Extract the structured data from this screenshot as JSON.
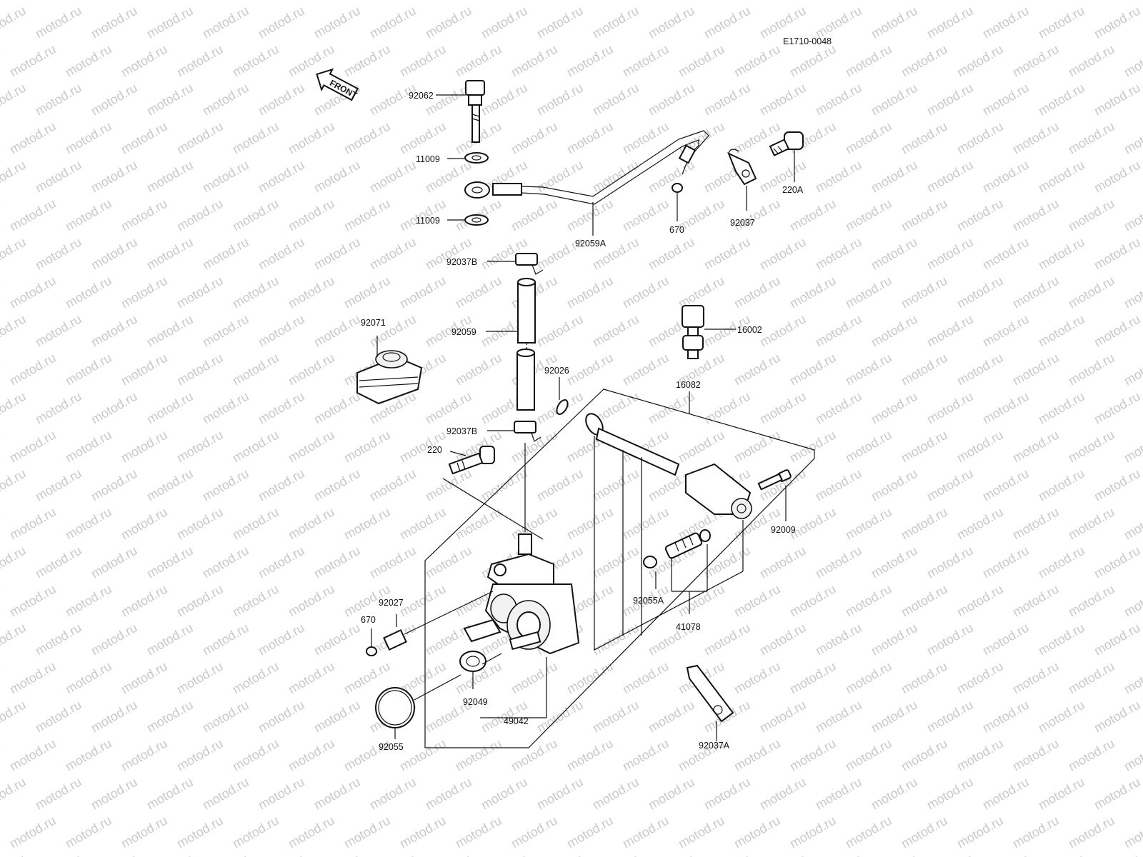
{
  "diagram": {
    "code": "E1710-0048",
    "front_label": "FRONT",
    "watermark": "motod.ru"
  },
  "parts": {
    "p92062": "92062",
    "p11009_a": "11009",
    "p11009_b": "11009",
    "p92059A": "92059A",
    "p670_a": "670",
    "p92037": "92037",
    "p220A": "220A",
    "p92037B_a": "92037B",
    "p92059": "92059",
    "p92071": "92071",
    "p16002": "16002",
    "p92026": "92026",
    "p16082": "16082",
    "p92037B_b": "92037B",
    "p220": "220",
    "p92009": "92009",
    "p92055A": "92055A",
    "p41078": "41078",
    "p92027": "92027",
    "p670_b": "670",
    "p92049": "92049",
    "p49042": "49042",
    "p92055": "92055",
    "p92037A": "92037A"
  }
}
